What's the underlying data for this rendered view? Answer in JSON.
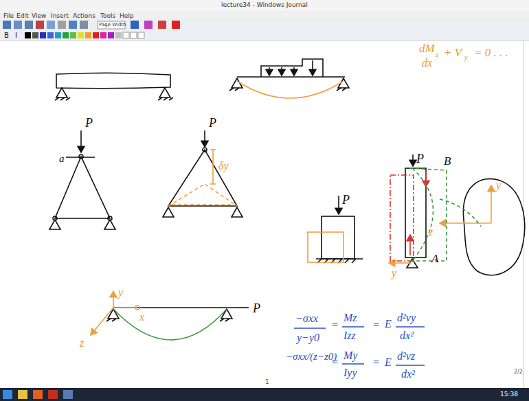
{
  "diagram": {
    "title": "lecture34 - Windows Journal",
    "labels": [
      "File",
      "Edit",
      "View",
      "Insert",
      "Actions",
      "Tools",
      "Help",
      "Page Width",
      "B",
      "I",
      "dM",
      "z",
      "dx",
      "+ V",
      "y",
      "= 0 . . .",
      "a",
      "P",
      "P",
      "δy",
      "P",
      "P",
      "B",
      "A",
      "y",
      "y",
      "z",
      "y",
      "x",
      "z",
      "P",
      "−σxx",
      "y−y0",
      "=",
      "Mz",
      "Izz",
      "=",
      "E",
      "d²vy",
      "dx²",
      "−σxx/(z−z0)",
      "=",
      "My",
      "Iyy",
      "=",
      "E",
      "d²vz",
      "dx²",
      "2/2",
      "1",
      "15:38"
    ]
  }
}
